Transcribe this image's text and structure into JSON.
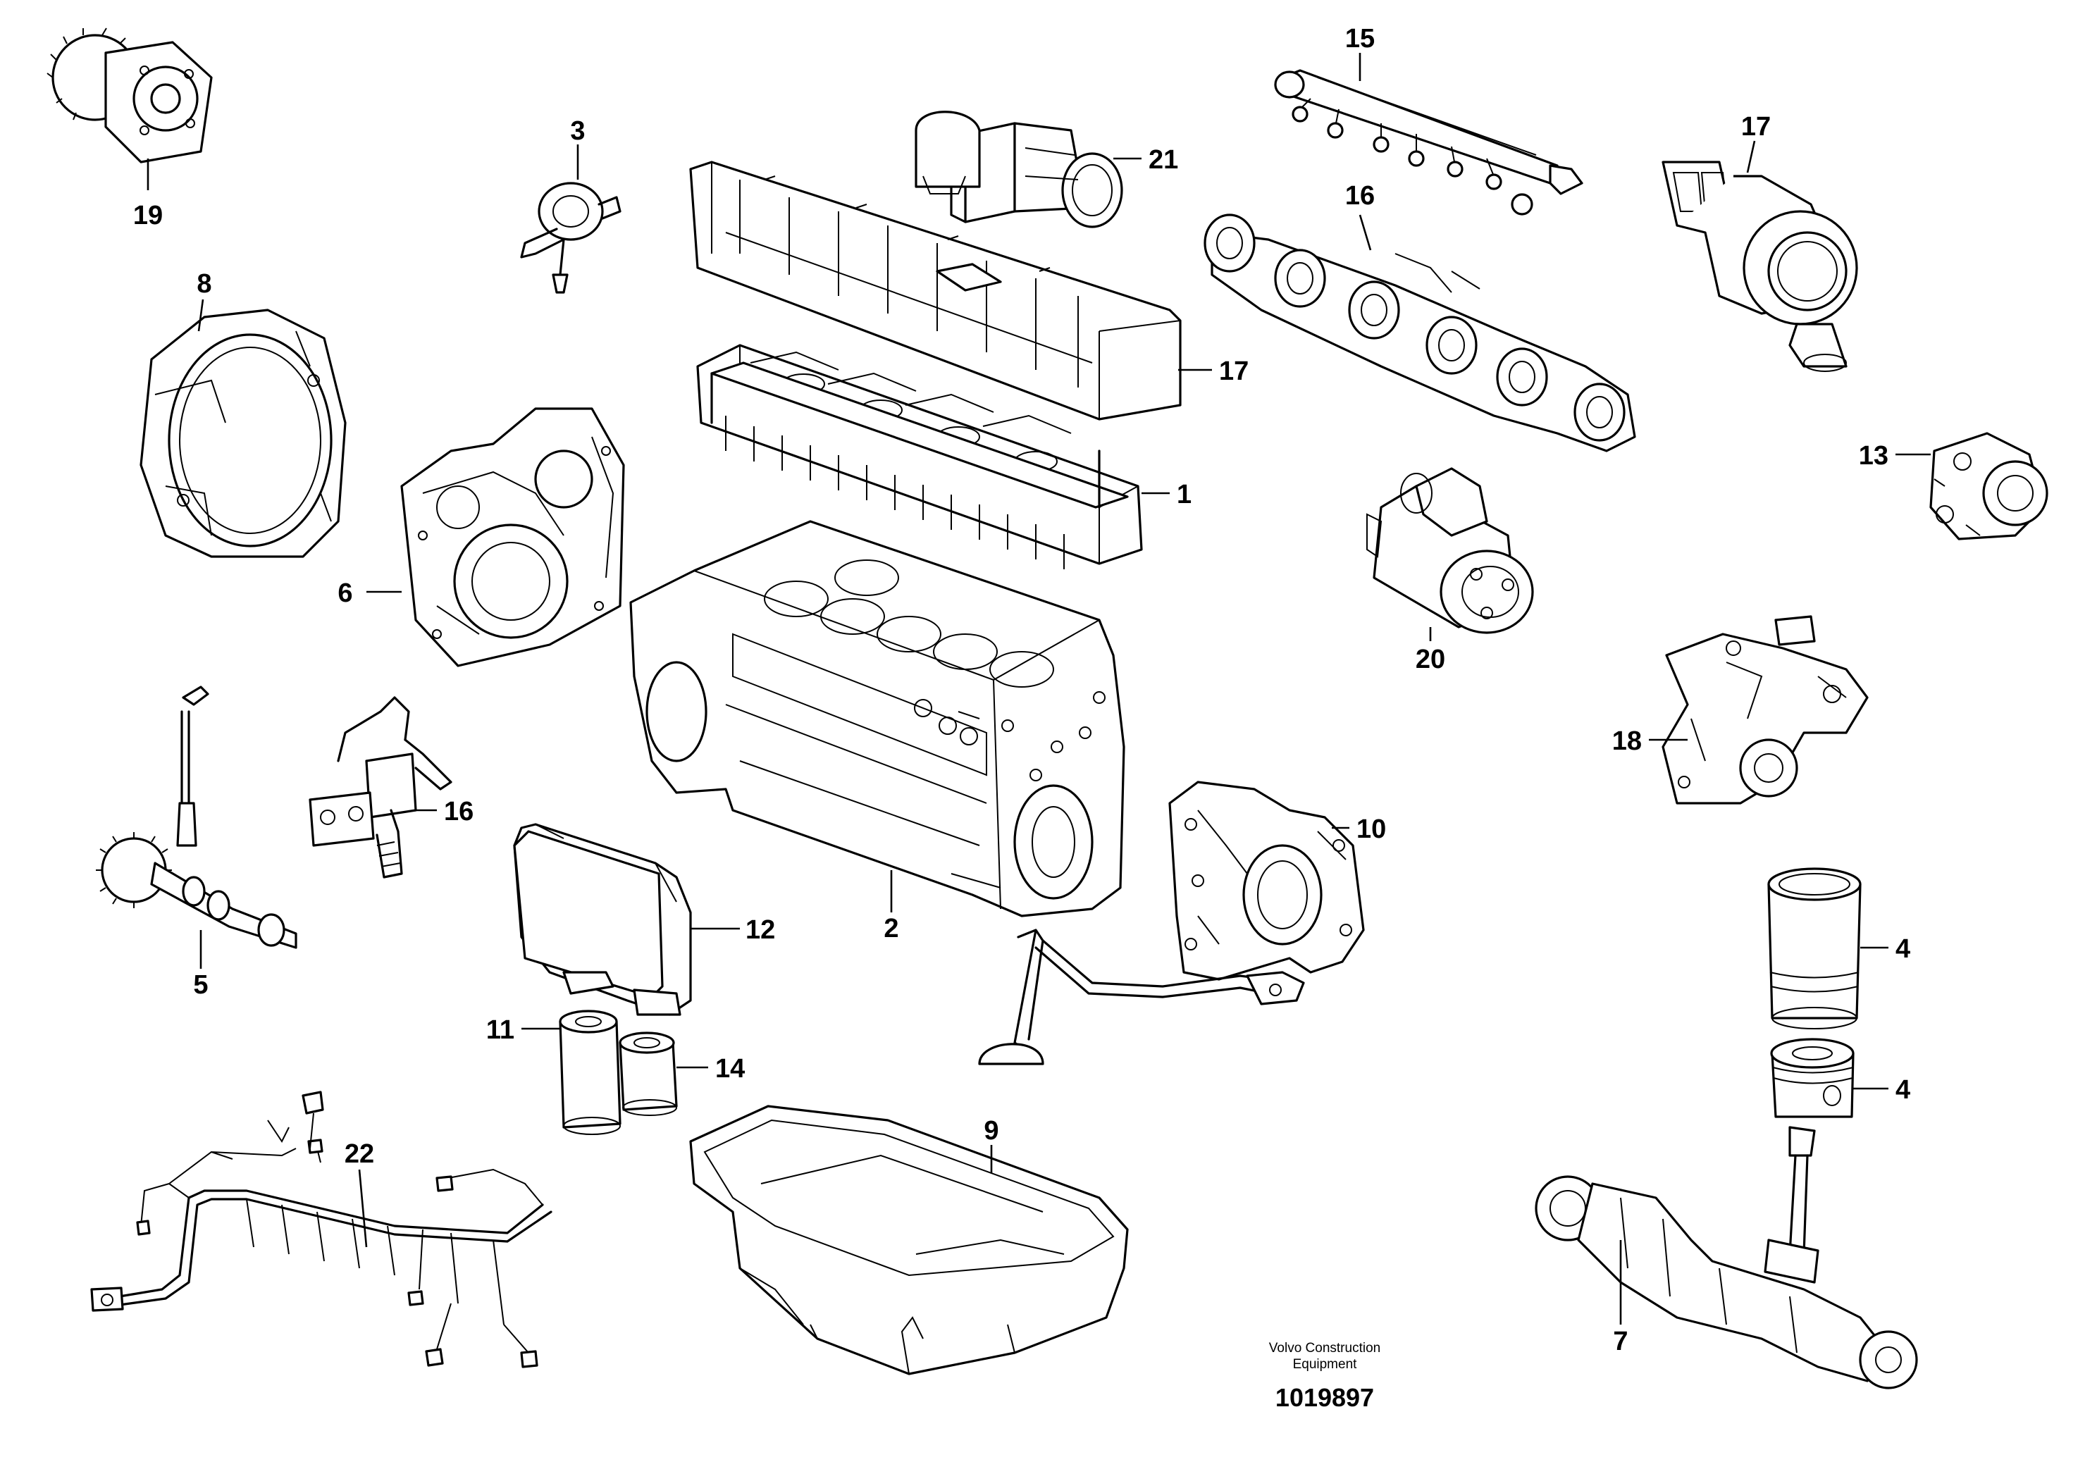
{
  "diagram": {
    "labels": [
      {
        "id": "c1",
        "text": "1"
      },
      {
        "id": "c2",
        "text": "2"
      },
      {
        "id": "c3",
        "text": "3"
      },
      {
        "id": "c4a",
        "text": "4"
      },
      {
        "id": "c4b",
        "text": "4"
      },
      {
        "id": "c5",
        "text": "5"
      },
      {
        "id": "c6",
        "text": "6"
      },
      {
        "id": "c7",
        "text": "7"
      },
      {
        "id": "c8",
        "text": "8"
      },
      {
        "id": "c9",
        "text": "9"
      },
      {
        "id": "c10",
        "text": "10"
      },
      {
        "id": "c11",
        "text": "11"
      },
      {
        "id": "c12",
        "text": "12"
      },
      {
        "id": "c13",
        "text": "13"
      },
      {
        "id": "c14",
        "text": "14"
      },
      {
        "id": "c15",
        "text": "15"
      },
      {
        "id": "c16a",
        "text": "16"
      },
      {
        "id": "c16b",
        "text": "16"
      },
      {
        "id": "c17a",
        "text": "17"
      },
      {
        "id": "c17b",
        "text": "17"
      },
      {
        "id": "c18",
        "text": "18"
      },
      {
        "id": "c19",
        "text": "19"
      },
      {
        "id": "c20",
        "text": "20"
      },
      {
        "id": "c21",
        "text": "21"
      },
      {
        "id": "c22",
        "text": "22"
      }
    ],
    "footer": {
      "brand_line1": "Volvo Construction",
      "brand_line2": "Equipment",
      "number": "1019897"
    }
  }
}
